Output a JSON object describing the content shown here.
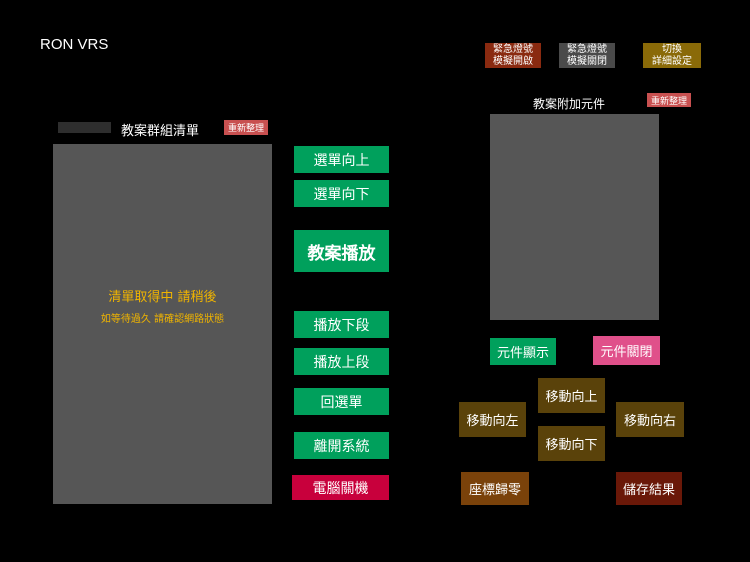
{
  "app": {
    "title": "RON VRS"
  },
  "top_buttons": {
    "emergency_open": "緊急燈號\n模擬開啟",
    "emergency_close": "緊急燈號\n模擬關閉",
    "toggle_settings": "切換\n詳細設定"
  },
  "left": {
    "list_title": "教案群組清單",
    "reset_label": "重新整理",
    "loading_main": "清單取得中 請稍後",
    "loading_sub": "如等待過久 請確認網路狀態"
  },
  "middle": {
    "menu_up": "選單向上",
    "menu_down": "選單向下",
    "play": "教案播放",
    "next_segment": "播放下段",
    "prev_segment": "播放上段",
    "back_menu": "回選單",
    "exit_system": "離開系統",
    "shutdown": "電腦關機"
  },
  "right": {
    "title": "教案附加元件",
    "reset_label": "重新整理",
    "show_component": "元件顯示",
    "close_component": "元件關閉",
    "move_up": "移動向上",
    "move_left": "移動向左",
    "move_right": "移動向右",
    "move_down": "移動向下",
    "reset_coords": "座標歸零",
    "save_result": "儲存結果"
  },
  "colors": {
    "green": "#00a05c",
    "shutdown": "#c8003c",
    "pink": "#e0508a",
    "brown": "#5a420a",
    "save": "#6a1808",
    "emergency_open": "#8a2a10",
    "emergency_close": "#4a4a4a",
    "toggle": "#8a6a08",
    "reset": "#c85050",
    "loading_text": "#f0b400"
  }
}
